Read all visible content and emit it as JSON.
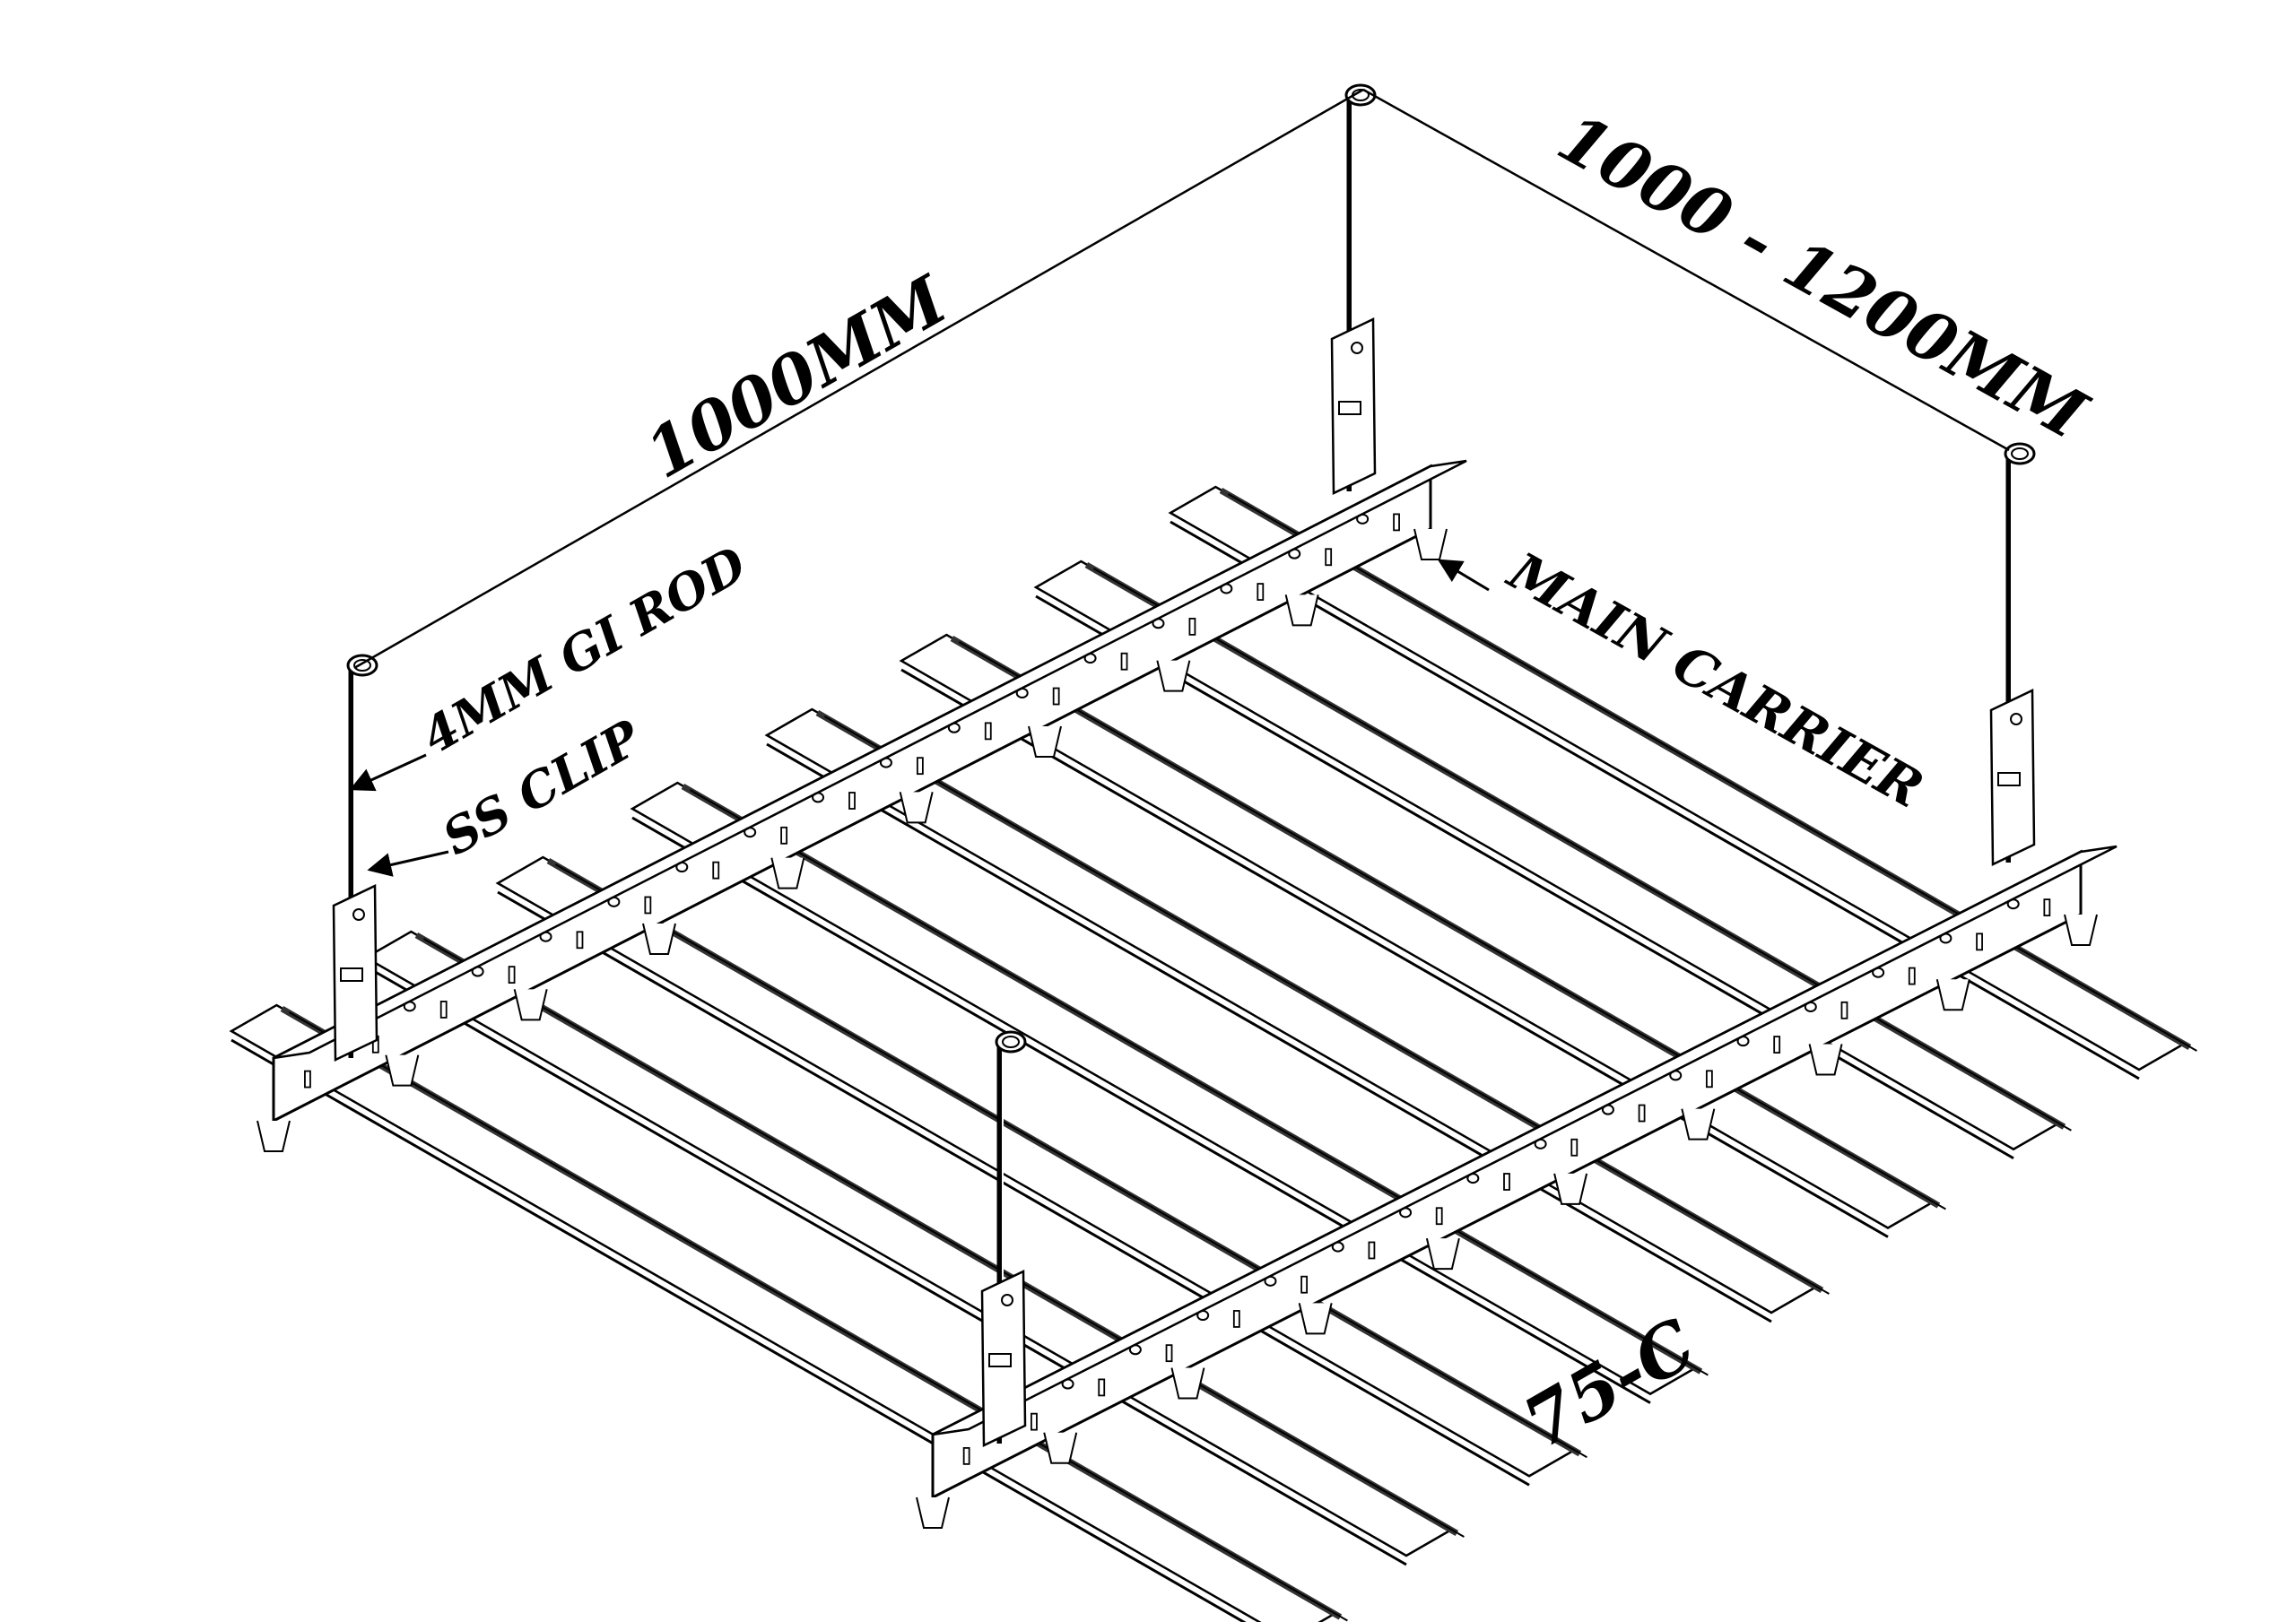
{
  "labels": {
    "span_long": "1000MM",
    "span_short": "1000 - 1200MM",
    "rod": "4MM GI ROD",
    "clip": "SS CLIP",
    "main_carrier": "MAIN CARRIER",
    "panel_type": "75-C"
  },
  "colors": {
    "ink": "#000000",
    "panel_fill": "#ffffff",
    "panel_shadow": "#333333"
  },
  "icons": [
    "rod-hook-icon",
    "clip-bracket-icon",
    "arrow-pointer-icon"
  ]
}
